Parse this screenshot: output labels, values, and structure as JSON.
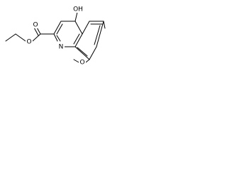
{
  "structure": {
    "type": "skeletal-formula",
    "atom_labels": {
      "oh": "OH",
      "ester_o_double": "O",
      "ester_o_single": "O",
      "ring_n": "N",
      "methoxy_o": "O"
    },
    "colors": {
      "bond": "#000000",
      "label": "#000000",
      "background": "#ffffff"
    }
  }
}
